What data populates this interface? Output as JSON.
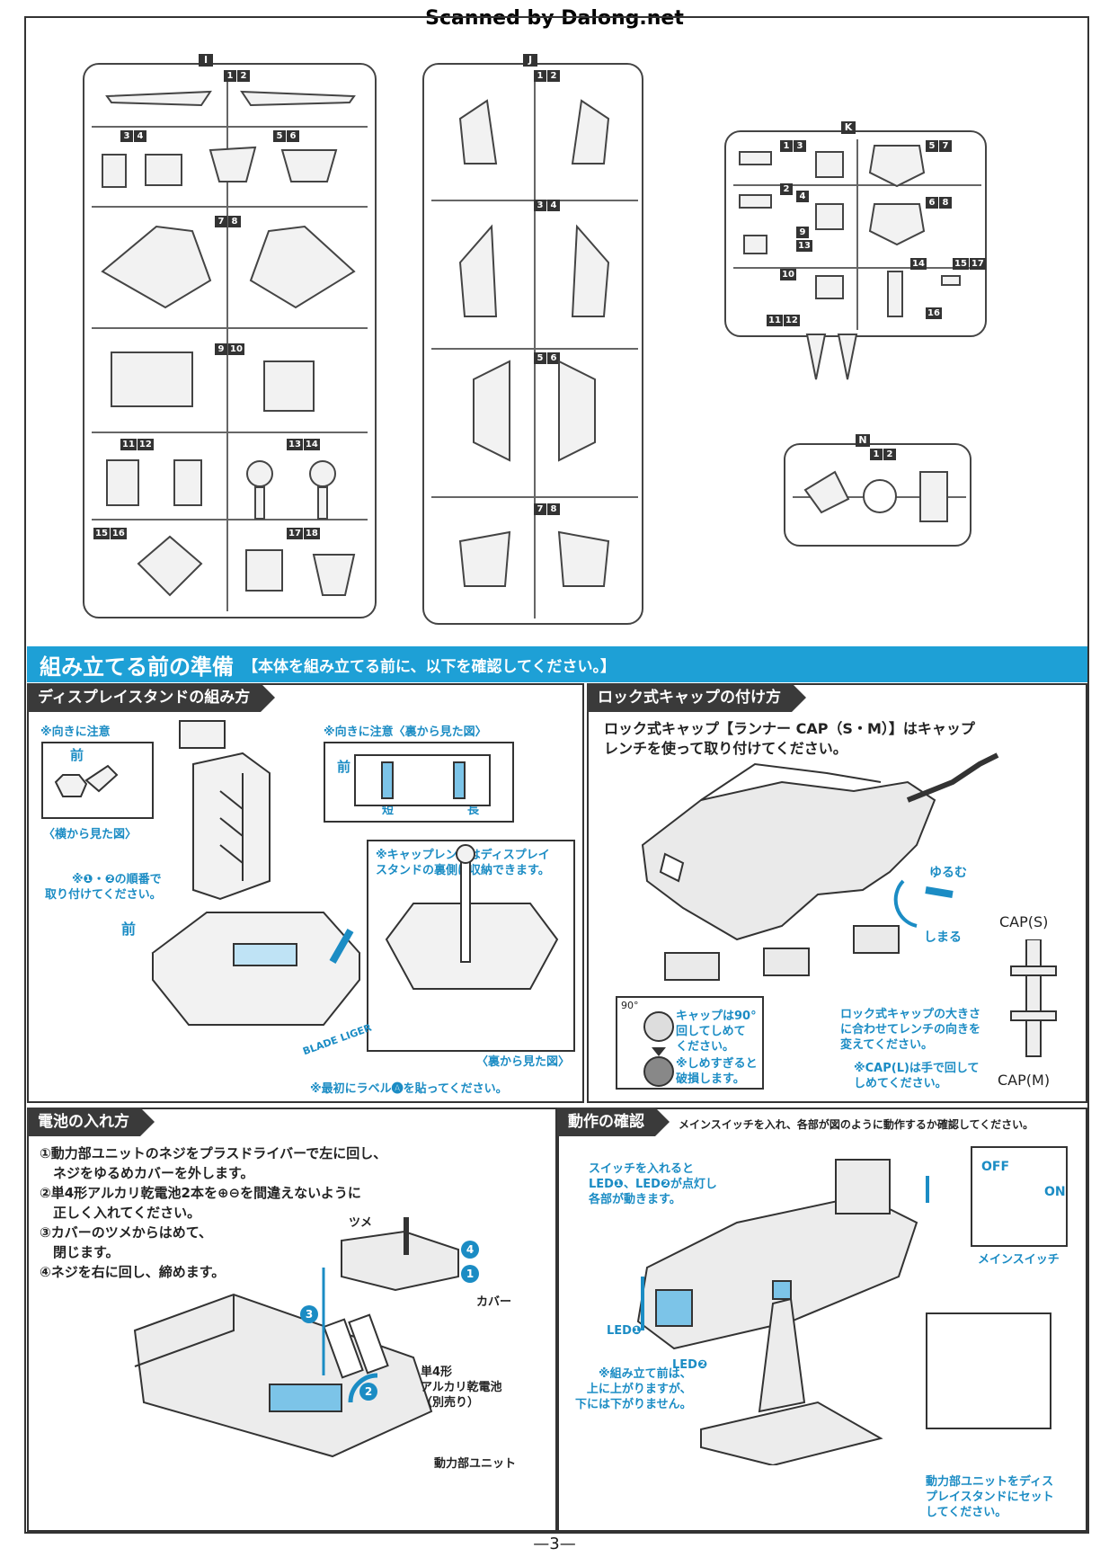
{
  "scan_mark": "Scanned by Dalong.net",
  "runners": {
    "I": {
      "label": "I",
      "tags": [
        [
          "1",
          "2"
        ],
        [
          "3",
          "4"
        ],
        [
          "5",
          "6"
        ],
        [
          "7",
          "8"
        ],
        [
          "9",
          "10"
        ],
        [
          "11",
          "12"
        ],
        [
          "13",
          "14"
        ],
        [
          "15",
          "16"
        ],
        [
          "17",
          "18"
        ]
      ]
    },
    "J": {
      "label": "J",
      "tags": [
        [
          "1",
          "2"
        ],
        [
          "3",
          "4"
        ],
        [
          "5",
          "6"
        ],
        [
          "7",
          "8"
        ]
      ]
    },
    "K": {
      "label": "K",
      "tags": [
        [
          "1",
          "3"
        ],
        [
          "5",
          "7"
        ],
        [
          "2"
        ],
        [
          "4"
        ],
        [
          "6",
          "8"
        ],
        [
          "9"
        ],
        [
          "10"
        ],
        [
          "11",
          "12"
        ],
        [
          "13"
        ],
        [
          "14"
        ],
        [
          "15",
          "17"
        ],
        [
          "16"
        ]
      ]
    },
    "N": {
      "label": "N",
      "tags": [
        [
          "1",
          "2"
        ]
      ]
    }
  },
  "banner": {
    "title": "組み立てる前の準備",
    "subtitle": "【本体を組み立てる前に、以下を確認してください。】"
  },
  "stand": {
    "title": "ディスプレイスタンドの組み方",
    "note_direction": "※向きに注意",
    "front": "前",
    "side_view": "〈横から見た図〉",
    "note_direction_back": "※向きに注意〈裏から見た図〉",
    "front2": "前",
    "short": "短",
    "long": "長",
    "order_note": "※❶・❷の順番で\n取り付けてください。",
    "front3": "前",
    "wrench_note": "※キャップレンチはディスプレイ\nスタンドの裏側に収納できます。",
    "back_view": "〈裏から見た図〉",
    "label_note": "※最初にラベル🅐を貼ってください。",
    "step1": "1",
    "step2": "2",
    "nameplate": "BLADE LIGER"
  },
  "lockcap": {
    "title": "ロック式キャップの付け方",
    "text": "ロック式キャップ【ランナー CAP（S・M）】はキャップ\nレンチを使って取り付けてください。",
    "loosen": "ゆるむ",
    "tighten": "しまる",
    "cap_s": "CAP(S)",
    "cap_m": "CAP(M)",
    "angle": "90°",
    "rotate_note": "キャップは90°\n回してしめて\nください。",
    "over_note": "※しめすぎると\n破損します。",
    "size_note": "ロック式キャップの大きさ\nに合わせてレンチの向きを\n変えてください。",
    "capl_note": "※CAP(L)は手で回して\nしめてください。"
  },
  "battery": {
    "title": "電池の入れ方",
    "steps": [
      "①動力部ユニットのネジをプラスドライバーで左に回し、",
      "　ネジをゆるめカバーを外します。",
      "②単4形アルカリ乾電池2本を⊕⊖を間違えないように",
      "　正しく入れてください。",
      "③カバーのツメからはめて、",
      "　閉じます。",
      "④ネジを右に回し、締めます。"
    ],
    "claw": "ツメ",
    "cover": "カバー",
    "battery_label": "単4形\nアルカリ乾電池\n（別売り）",
    "unit": "動力部ユニット",
    "n1": "1",
    "n2": "2",
    "n3": "3",
    "n4": "4"
  },
  "operation": {
    "title": "動作の確認",
    "subtitle": "メインスイッチを入れ、各部が図のように動作するか確認してください。",
    "switch_note": "スイッチを入れると\nLED❶、LED❷が点灯し\n各部が動きます。",
    "off": "OFF",
    "on": "ON",
    "main_switch": "メインスイッチ",
    "led1": "LED❶",
    "led2": "LED❷",
    "before_note": "※組み立て前は、\n上に上がりますが、\n下には下がりません。",
    "set_note": "動力部ユニットをディス\nプレイスタンドにセット\nしてください。"
  },
  "page_number": "—3—",
  "colors": {
    "accent": "#1ea0d6",
    "dark": "#3a3a3a",
    "blue_text": "#1b8cc4"
  }
}
